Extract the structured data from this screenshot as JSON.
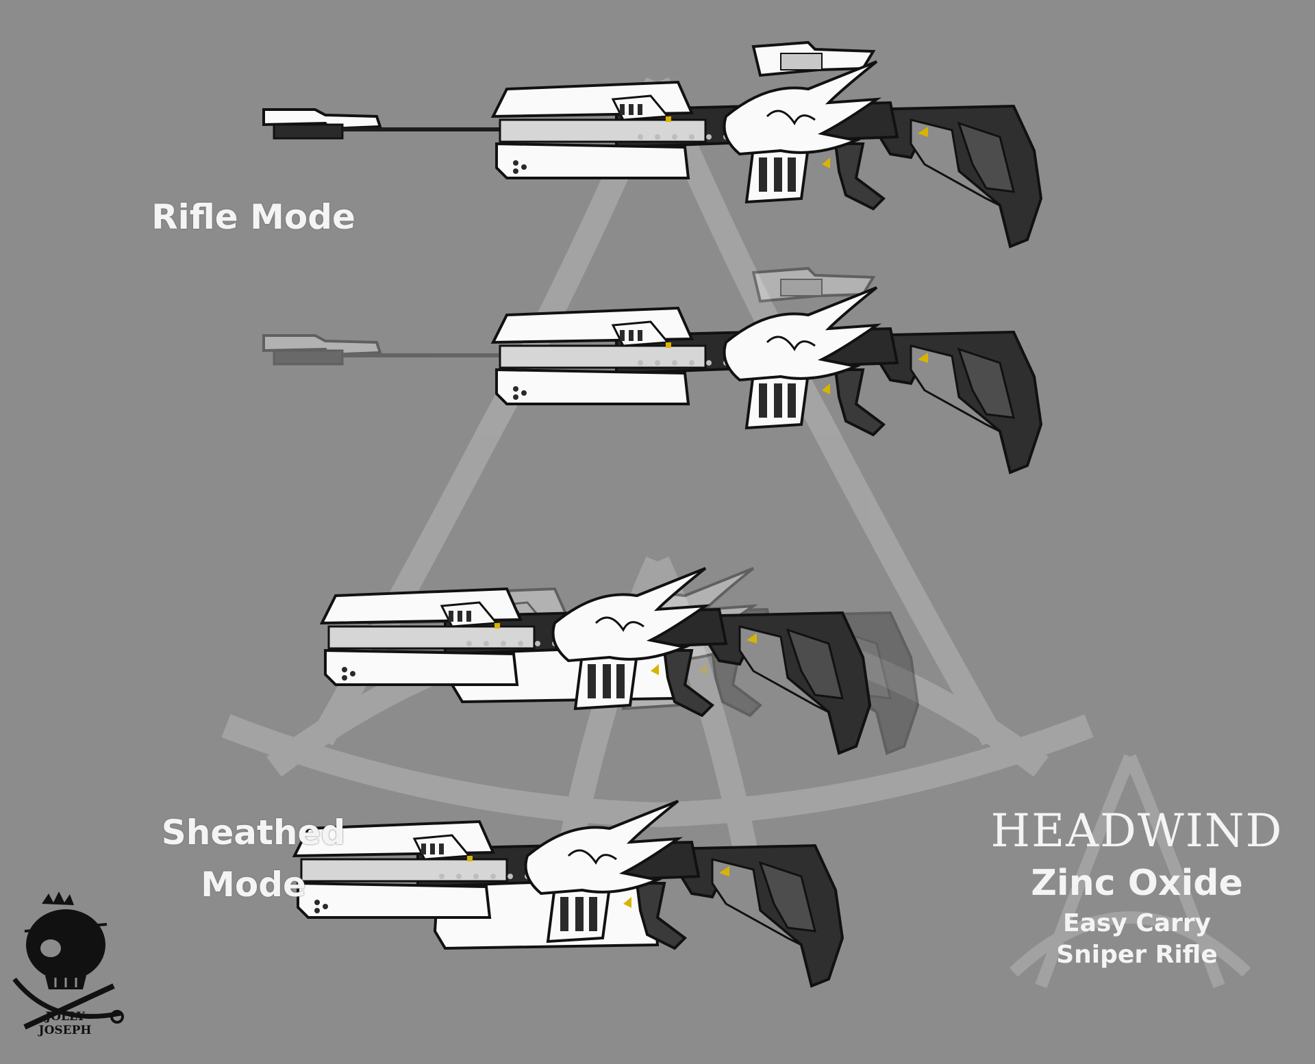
{
  "labels": {
    "rifle_mode": "Rifle Mode",
    "sheathed_line1": "Sheathed",
    "sheathed_line2": "Mode"
  },
  "title": {
    "name": "HEADWIND",
    "variant": "Zinc Oxide",
    "desc_line1": "Easy Carry",
    "desc_line2": "Sniper Rifle"
  },
  "logo": {
    "line1": "JOLLY",
    "line2": "JOSEPH"
  },
  "colors": {
    "background": "#8c8c8c",
    "watermark": "#a9a9a9",
    "white_part": "#fafafa",
    "dark_part": "#2a2a2a",
    "mid_part": "#4a4a4a",
    "accent_yellow": "#d8b400"
  }
}
